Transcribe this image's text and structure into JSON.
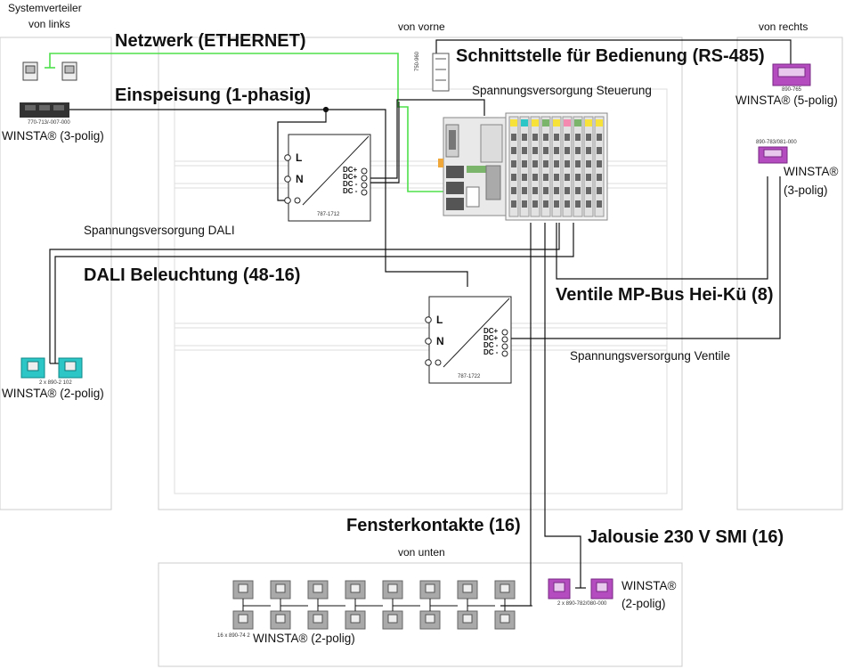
{
  "zones": {
    "left_title": "Systemverteiler",
    "left_subtitle": "von links",
    "front": "von vorne",
    "right": "von rechts",
    "bottom": "von unten"
  },
  "headings": {
    "network": "Netzwerk (ETHERNET)",
    "rs485": "Schnittstelle für Bedienung (RS-485)",
    "supply": "Einspeisung (1-phasig)",
    "dali": "DALI Beleuchtung (48-16)",
    "mpbus": "Ventile MP-Bus Hei-Kü  (8)",
    "window": "Fensterkontakte (16)",
    "blinds": "Jalousie 230 V SMI (16)"
  },
  "labels": {
    "control_supply": "Spannungsversorgung Steuerung",
    "dali_supply": "Spannungsversorgung DALI",
    "valve_supply": "Spannungsversorgung Ventile"
  },
  "psu1": {
    "L": "L",
    "N": "N",
    "dc1": "DC+",
    "dc2": "DC+",
    "dc3": "DC -",
    "dc4": "DC -",
    "part": "787-1712"
  },
  "psu2": {
    "L": "L",
    "N": "N",
    "dc1": "DC+",
    "dc2": "DC+",
    "dc3": "DC -",
    "dc4": "DC -",
    "part": "787-1722"
  },
  "connectors": {
    "left3": {
      "part": "770-713/-007-000",
      "name": "WINSTA® (3-polig)"
    },
    "left2": {
      "part": "2 x 890-2 102",
      "name": "WINSTA® (2-polig)"
    },
    "right5": {
      "part": "890-765",
      "name": "WINSTA® (5-polig)"
    },
    "right3": {
      "part": "890-783/081-000",
      "name1": "WINSTA®",
      "name2": "(3-polig)"
    },
    "bottom2": {
      "part": "16 x 890-74 2",
      "name": "WINSTA® (2-polig)"
    },
    "blinds2": {
      "part": "2 x 890-782/080-000",
      "name1": "WINSTA®",
      "name2": "(2-polig)"
    },
    "rs485_module": "750-960"
  },
  "colors": {
    "network_line": "#4ee04a",
    "cyan_connector": "#2cc6c6",
    "magenta_connector": "#b44cc0",
    "grey_connector": "#a9a9a9"
  }
}
